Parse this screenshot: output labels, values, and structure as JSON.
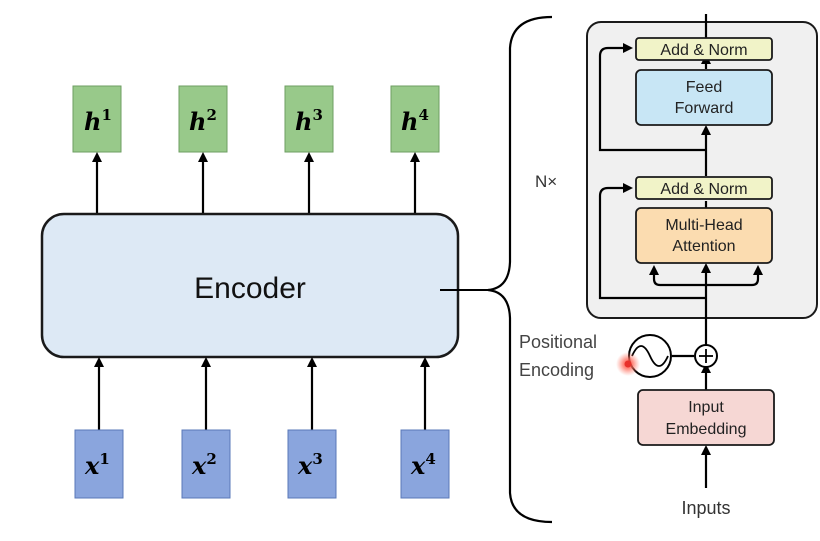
{
  "encoder": {
    "label": "Encoder",
    "outputs": [
      {
        "base": "h",
        "sup": "1"
      },
      {
        "base": "h",
        "sup": "2"
      },
      {
        "base": "h",
        "sup": "3"
      },
      {
        "base": "h",
        "sup": "4"
      }
    ],
    "inputs": [
      {
        "base": "x",
        "sup": "1"
      },
      {
        "base": "x",
        "sup": "2"
      },
      {
        "base": "x",
        "sup": "3"
      },
      {
        "base": "x",
        "sup": "4"
      }
    ]
  },
  "transformer": {
    "repeat_label": "N×",
    "add_norm_top": "Add & Norm",
    "feed_forward": [
      "Feed",
      "Forward"
    ],
    "add_norm_bottom": "Add & Norm",
    "multi_head_attention": [
      "Multi-Head",
      "Attention"
    ],
    "positional_encoding": [
      "Positional",
      "Encoding"
    ],
    "input_embedding": [
      "Input",
      "Embedding"
    ],
    "inputs_label": "Inputs"
  },
  "colors": {
    "output_box": "#98c98a",
    "input_box": "#8aa5dd",
    "encoder_fill": "#dde9f5",
    "add_norm": "#f1f3c8",
    "feed_forward": "#c8e6f5",
    "attention": "#fbdcb0",
    "embedding": "#f6d7d4",
    "block_bg": "#f0f0f0",
    "laser_dot": "#e8302a"
  }
}
